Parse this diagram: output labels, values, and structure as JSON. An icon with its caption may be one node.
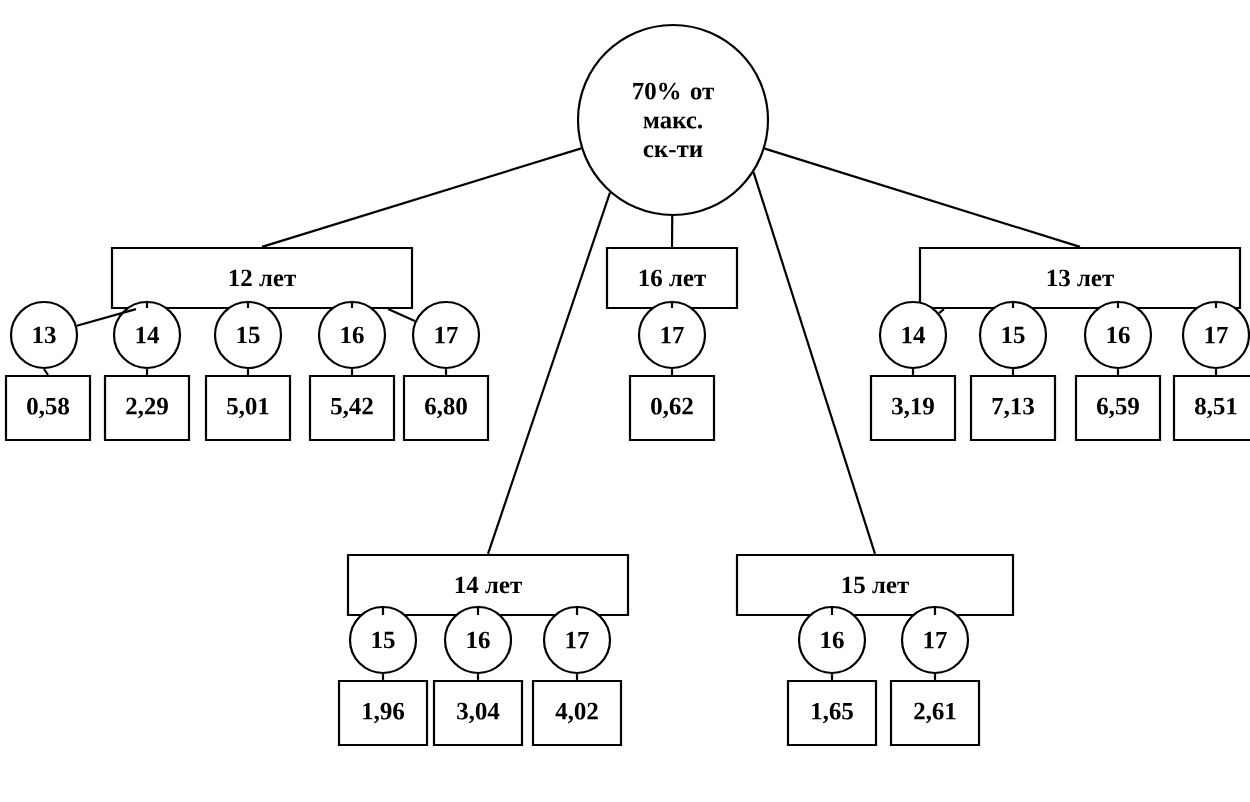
{
  "diagram": {
    "nodes": [
      {
        "text": [
          "70% от макс. ск-ти"
        ]
      },
      {
        "text": [
          "12 лет"
        ]
      },
      {
        "text": [
          "16 лет"
        ]
      },
      {
        "text": [
          "13 лет"
        ]
      },
      {
        "text": [
          "13"
        ]
      },
      {
        "text": [
          "14"
        ]
      },
      {
        "text": [
          "15"
        ]
      },
      {
        "text": [
          "16"
        ]
      },
      {
        "text": [
          "17"
        ]
      },
      {
        "text": [
          "17"
        ]
      },
      {
        "text": [
          "14"
        ]
      },
      {
        "text": [
          "15"
        ]
      },
      {
        "text": [
          "16"
        ]
      },
      {
        "text": [
          "17"
        ]
      },
      {
        "text": [
          "0,58"
        ]
      },
      {
        "text": [
          "2,29"
        ]
      },
      {
        "text": [
          "5,01"
        ]
      },
      {
        "text": [
          "5,42"
        ]
      },
      {
        "text": [
          "6,80"
        ]
      },
      {
        "text": [
          "0,62"
        ]
      },
      {
        "text": [
          "3,19"
        ]
      },
      {
        "text": [
          "7,13"
        ]
      },
      {
        "text": [
          "6,59"
        ]
      },
      {
        "text": [
          "8,51"
        ]
      },
      {
        "text": [
          "14 лет"
        ]
      },
      {
        "text": [
          "15 лет"
        ]
      },
      {
        "text": [
          "15"
        ]
      },
      {
        "text": [
          "16"
        ]
      },
      {
        "text": [
          "17"
        ]
      },
      {
        "text": [
          "16"
        ]
      },
      {
        "text": [
          "17"
        ]
      },
      {
        "text": [
          "1,96"
        ]
      },
      {
        "text": [
          "3,04"
        ]
      },
      {
        "text": [
          "4,02"
        ]
      },
      {
        "text": [
          "1,65"
        ]
      },
      {
        "text": [
          "2,61"
        ]
      }
    ],
    "edges": [
      {
        "from": 0,
        "to": 1,
        "arrow": "none"
      },
      {
        "from": 0,
        "to": 2,
        "arrow": "none"
      },
      {
        "from": 0,
        "to": 3,
        "arrow": "none"
      },
      {
        "from": 0,
        "to": 24,
        "arrow": "none"
      },
      {
        "from": 0,
        "to": 25,
        "arrow": "none"
      },
      {
        "from": 1,
        "to": 4,
        "arrow": "none"
      },
      {
        "from": 1,
        "to": 5,
        "arrow": "none"
      },
      {
        "from": 1,
        "to": 6,
        "arrow": "none"
      },
      {
        "from": 1,
        "to": 7,
        "arrow": "none"
      },
      {
        "from": 1,
        "to": 8,
        "arrow": "none"
      },
      {
        "from": 2,
        "to": 9,
        "arrow": "none"
      },
      {
        "from": 3,
        "to": 10,
        "arrow": "none"
      },
      {
        "from": 3,
        "to": 11,
        "arrow": "none"
      },
      {
        "from": 3,
        "to": 12,
        "arrow": "none"
      },
      {
        "from": 3,
        "to": 13,
        "arrow": "none"
      },
      {
        "from": 4,
        "to": 14,
        "arrow": "none"
      },
      {
        "from": 5,
        "to": 15,
        "arrow": "none"
      },
      {
        "from": 6,
        "to": 16,
        "arrow": "none"
      },
      {
        "from": 7,
        "to": 17,
        "arrow": "none"
      },
      {
        "from": 8,
        "to": 18,
        "arrow": "none"
      },
      {
        "from": 9,
        "to": 19,
        "arrow": "none"
      },
      {
        "from": 10,
        "to": 20,
        "arrow": "none"
      },
      {
        "from": 11,
        "to": 21,
        "arrow": "none"
      },
      {
        "from": 12,
        "to": 22,
        "arrow": "none"
      },
      {
        "from": 13,
        "to": 23,
        "arrow": "none"
      },
      {
        "from": 24,
        "to": 26,
        "arrow": "none"
      },
      {
        "from": 24,
        "to": 27,
        "arrow": "none"
      },
      {
        "from": 24,
        "to": 28,
        "arrow": "none"
      },
      {
        "from": 25,
        "to": 29,
        "arrow": "none"
      },
      {
        "from": 25,
        "to": 30,
        "arrow": "none"
      },
      {
        "from": 26,
        "to": 31,
        "arrow": "none"
      },
      {
        "from": 27,
        "to": 32,
        "arrow": "none"
      },
      {
        "from": 28,
        "to": 33,
        "arrow": "none"
      },
      {
        "from": 29,
        "to": 34,
        "arrow": "none"
      },
      {
        "from": 30,
        "to": 35,
        "arrow": "none"
      }
    ]
  }
}
